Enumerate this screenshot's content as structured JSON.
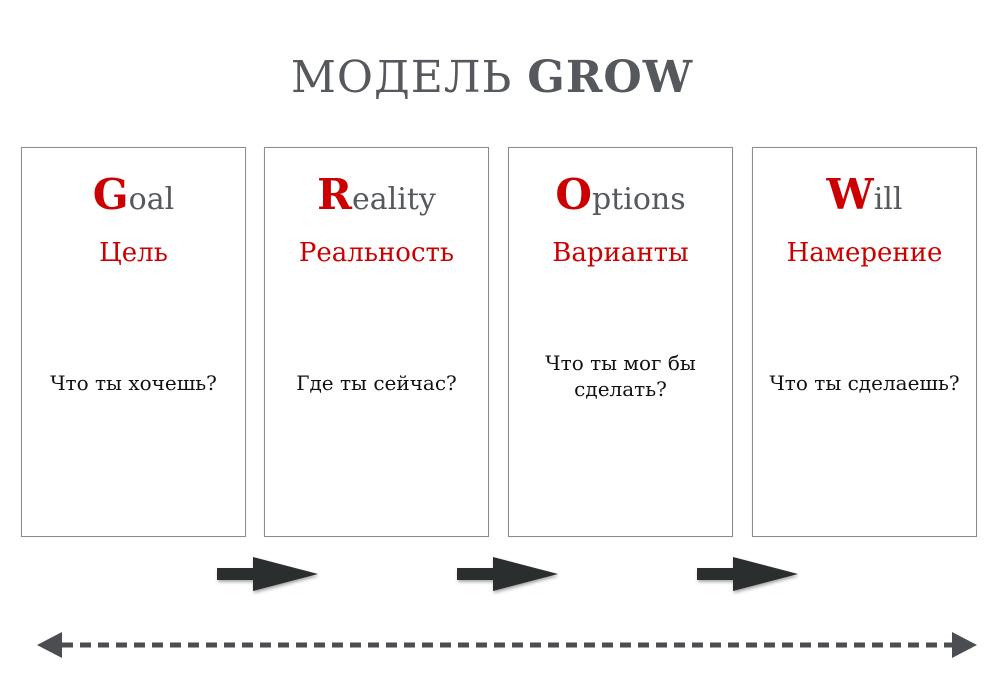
{
  "title": {
    "regular": "МОДЕЛЬ",
    "bold": "GROW"
  },
  "stages": [
    {
      "initial": "G",
      "rest": "oal",
      "russian": "Цель",
      "question": "Что ты хочешь?"
    },
    {
      "initial": "R",
      "rest": "eality",
      "russian": "Реальность",
      "question": "Где ты сейчас?"
    },
    {
      "initial": "O",
      "rest": "ptions",
      "russian": "Варианты",
      "question": "Что ты мог бы сделать?"
    },
    {
      "initial": "W",
      "rest": "ill",
      "russian": "Намерение",
      "question": "Что ты сделаешь?"
    }
  ],
  "colors": {
    "accent": "#cc0000",
    "title_gray": "#55585c",
    "arrow": "#2b2d2f",
    "dashed_arrow": "#4a4d52"
  }
}
